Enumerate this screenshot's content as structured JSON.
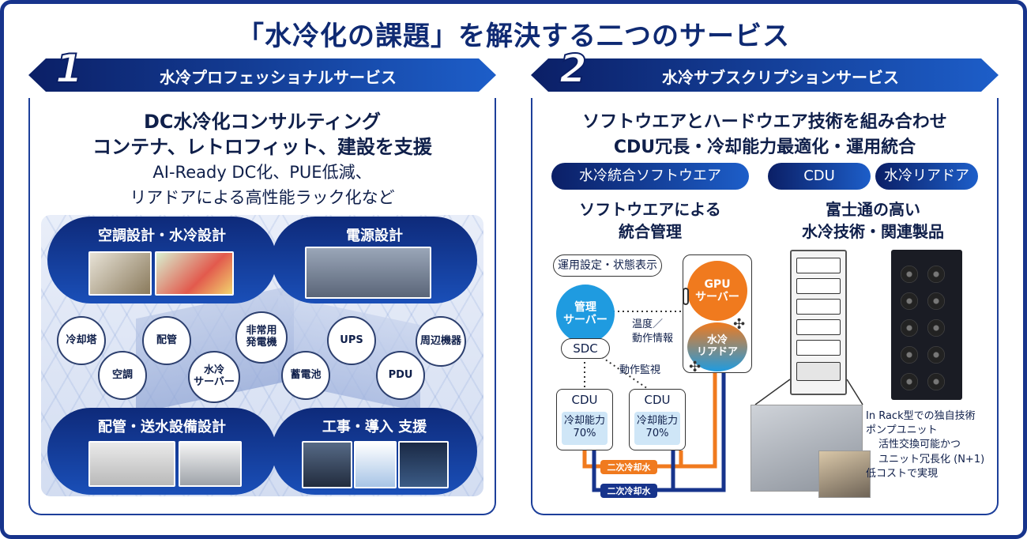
{
  "title": "「水冷化の課題」を解決する二つのサービス",
  "left": {
    "number": "1",
    "banner": "水冷プロフェッショナルサービス",
    "headline1": "DC水冷化コンサルティング",
    "headline2": "コンテナ、レトロフィット、建設を支援",
    "headline3": "AI-Ready DC化、PUE低減、",
    "headline4": "リアドアによる高性能ラック化など",
    "pills": {
      "hvac": "空調設計・水冷設計",
      "power": "電源設計",
      "piping": "配管・送水設備設計",
      "construction": "工事・導入 支援"
    },
    "bubbles": {
      "cooling_tower": "冷却塔",
      "piping": "配管",
      "generator_1": "非常用",
      "generator_2": "発電機",
      "ups": "UPS",
      "peripheral": "周辺機器",
      "aircon": "空調",
      "wc_server_1": "水冷",
      "wc_server_2": "サーバー",
      "battery": "蓄電池",
      "pdu": "PDU"
    }
  },
  "right": {
    "number": "2",
    "banner": "水冷サブスクリプションサービス",
    "headline1": "ソフトウエアとハードウエア技術を組み合わせ",
    "headline2": "CDU冗長・冷却能力最適化・運用統合",
    "tags": {
      "software": "水冷統合ソフトウエア",
      "cdu": "CDU",
      "reardoor": "水冷リアドア"
    },
    "software_sub1": "ソフトウエアによる",
    "software_sub2": "統合管理",
    "hardware_sub1": "富士通の高い",
    "hardware_sub2": "水冷技術・関連製品",
    "diagram": {
      "ops_label": "運用設定・状態表示",
      "mgmt_server_1": "管理",
      "mgmt_server_2": "サーバー",
      "gpu_1": "GPU",
      "gpu_2": "サーバー",
      "reardoor_1": "水冷",
      "reardoor_2": "リアドア",
      "temp_1": "温度／",
      "temp_2": "動作情報",
      "sdc": "SDC",
      "monitor": "動作監視",
      "cdu_a": "CDU",
      "cdu_a_cap1": "冷却能力",
      "cdu_a_cap2": "70%",
      "cdu_b": "CDU",
      "cdu_b_cap1": "冷却能力",
      "cdu_b_cap2": "70%",
      "secondary_1": "二次冷却水",
      "secondary_2": "二次冷却水"
    },
    "features": {
      "line1": "In Rack型での独自技術",
      "line2": "ポンプユニット",
      "line3": "活性交換可能かつ",
      "line4": "ユニット冗長化 (N+1)",
      "line5": "低コストで実現"
    },
    "colors": {
      "navy": "#0b1f66",
      "blue": "#1d5ec9",
      "orange": "#f07a1e",
      "sky": "#1f9be0"
    }
  }
}
